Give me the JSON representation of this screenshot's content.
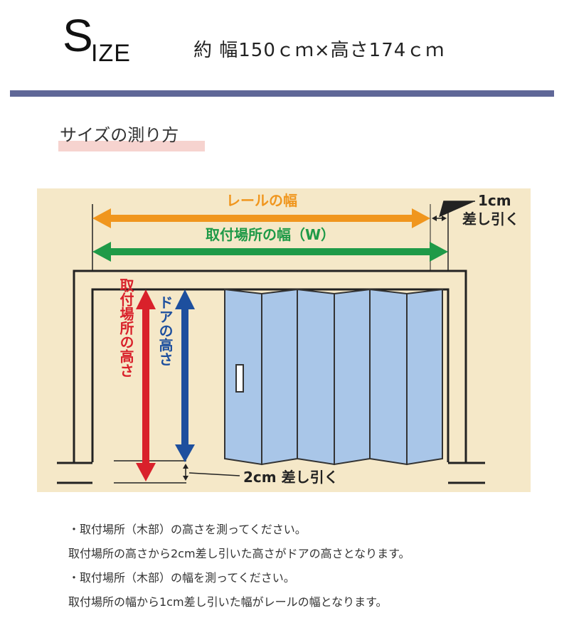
{
  "header": {
    "title_initial": "S",
    "title_rest": "IZE",
    "spec": "約 幅150ｃｍ×高さ174ｃｍ"
  },
  "section": {
    "heading": "サイズの測り方"
  },
  "diagram": {
    "rail_width_label": "レールの幅",
    "mount_width_label": "取付場所の幅（W）",
    "right_offset_value": "1cm",
    "right_offset_text": "差し引く",
    "door_height_label": "ドアの高さ",
    "mount_height_label": "取付場所の高さ",
    "bottom_offset_label": "2cm 差し引く",
    "colors": {
      "background": "#f5e8c8",
      "rail_arrow": "#f0961e",
      "mount_width_arrow": "#1f9a48",
      "door_height_arrow": "#1d4f9e",
      "mount_height_arrow": "#d9212b",
      "door_panel": "#a9c6e8",
      "frame_line": "#222222"
    }
  },
  "notes": [
    "・取付場所（木部）の高さを測ってください。",
    "取付場所の高さから2cm差し引いた高さがドアの高さとなります。",
    "・取付場所（木部）の幅を測ってください。",
    "取付場所の幅から1cm差し引いた幅がレールの幅となります。"
  ]
}
